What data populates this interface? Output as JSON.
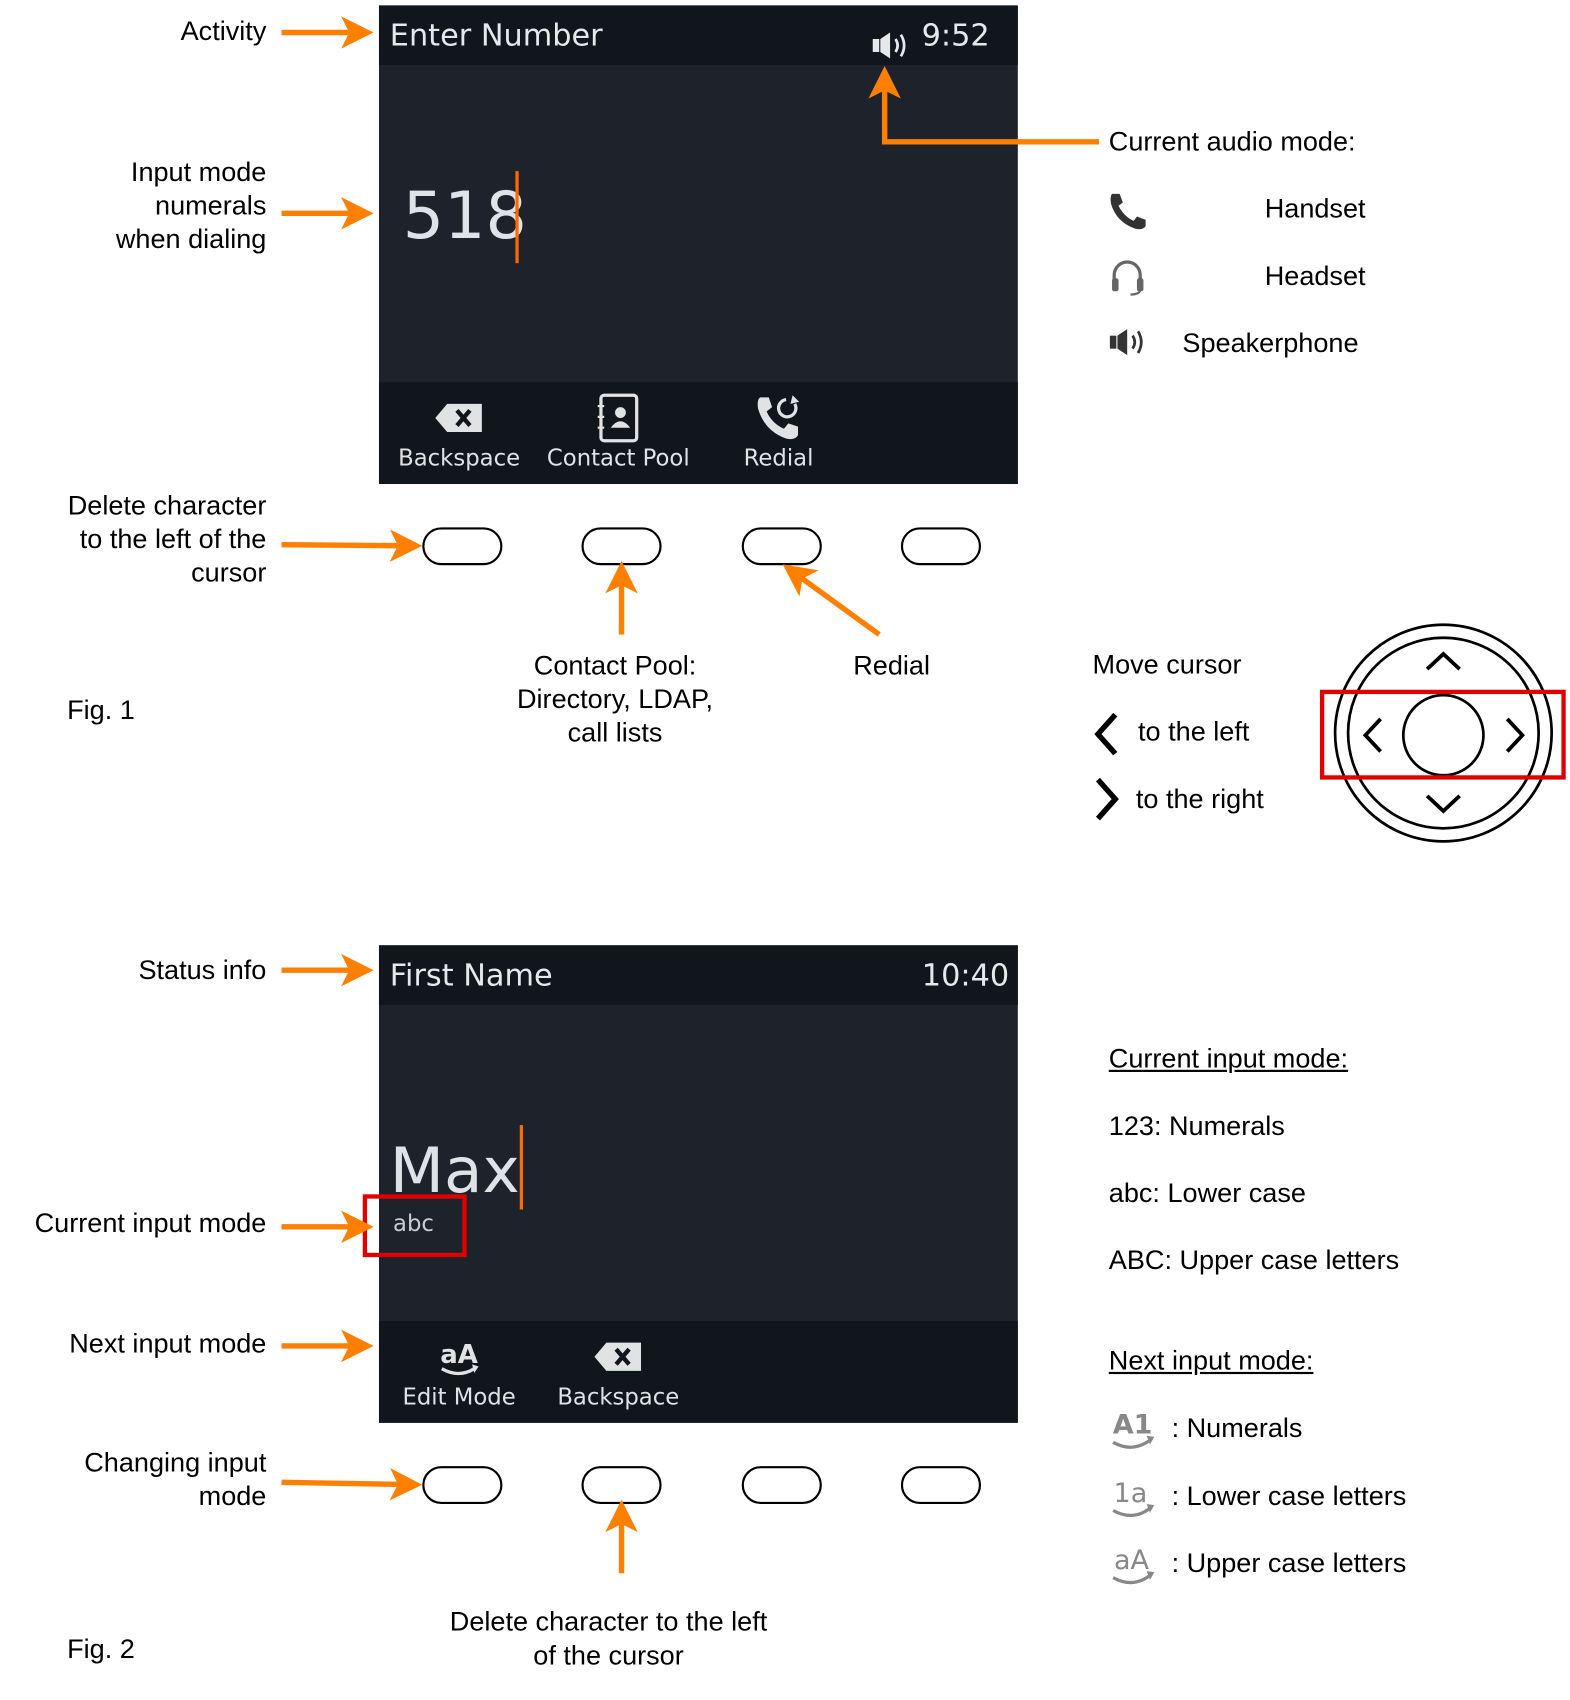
{
  "fig1": {
    "caption": "Fig. 1",
    "screen": {
      "title": "Enter Number",
      "time": "9:52",
      "audio_icon": "speaker-icon",
      "number": "518",
      "softkeys": [
        {
          "label": "Backspace",
          "icon": "backspace-icon"
        },
        {
          "label": "Contact Pool",
          "icon": "contacts-icon"
        },
        {
          "label": "Redial",
          "icon": "redial-icon"
        }
      ]
    },
    "labels": {
      "activity": "Activity",
      "input_mode": [
        "Input mode",
        "numerals",
        "when dialing"
      ],
      "delete": [
        "Delete character",
        "to the left of the",
        "cursor"
      ],
      "contact_pool": [
        "Contact Pool:",
        "Directory, LDAP,",
        "call lists"
      ],
      "redial": "Redial"
    },
    "audio": {
      "heading": "Current audio mode:",
      "modes": [
        {
          "label": "Handset",
          "icon": "handset-icon"
        },
        {
          "label": "Headset",
          "icon": "headset-icon"
        },
        {
          "label": "Speakerphone",
          "icon": "speaker-icon"
        }
      ]
    },
    "cursor": {
      "heading": "Move cursor",
      "left": "to the left",
      "right": "to the right"
    }
  },
  "fig2": {
    "caption": "Fig. 2",
    "screen": {
      "title": "First Name",
      "time": "10:40",
      "text": "Max",
      "mode": "abc",
      "softkeys": [
        {
          "label": "Edit Mode",
          "icon": "edit-mode-icon"
        },
        {
          "label": "Backspace",
          "icon": "backspace-icon"
        }
      ]
    },
    "labels": {
      "status": "Status info",
      "current_mode": "Current input mode",
      "next_mode": "Next input mode",
      "changing": [
        "Changing input",
        "mode"
      ],
      "delete": [
        "Delete character to the left",
        "of the cursor"
      ]
    },
    "current_input": {
      "heading": "Current input mode:",
      "items": [
        "123: Numerals",
        "abc: Lower case",
        "ABC: Upper case letters"
      ]
    },
    "next_input": {
      "heading": "Next input mode:",
      "items": [
        {
          "icon_text": "A1",
          "label": ": Numerals"
        },
        {
          "icon_text": "1a",
          "label": ": Lower case letters"
        },
        {
          "icon_text": "aA",
          "label": ": Upper case letters"
        }
      ]
    }
  },
  "colors": {
    "arrow": "#ff8000",
    "highlight": "#e00000",
    "cursor": "#ff6a00"
  }
}
